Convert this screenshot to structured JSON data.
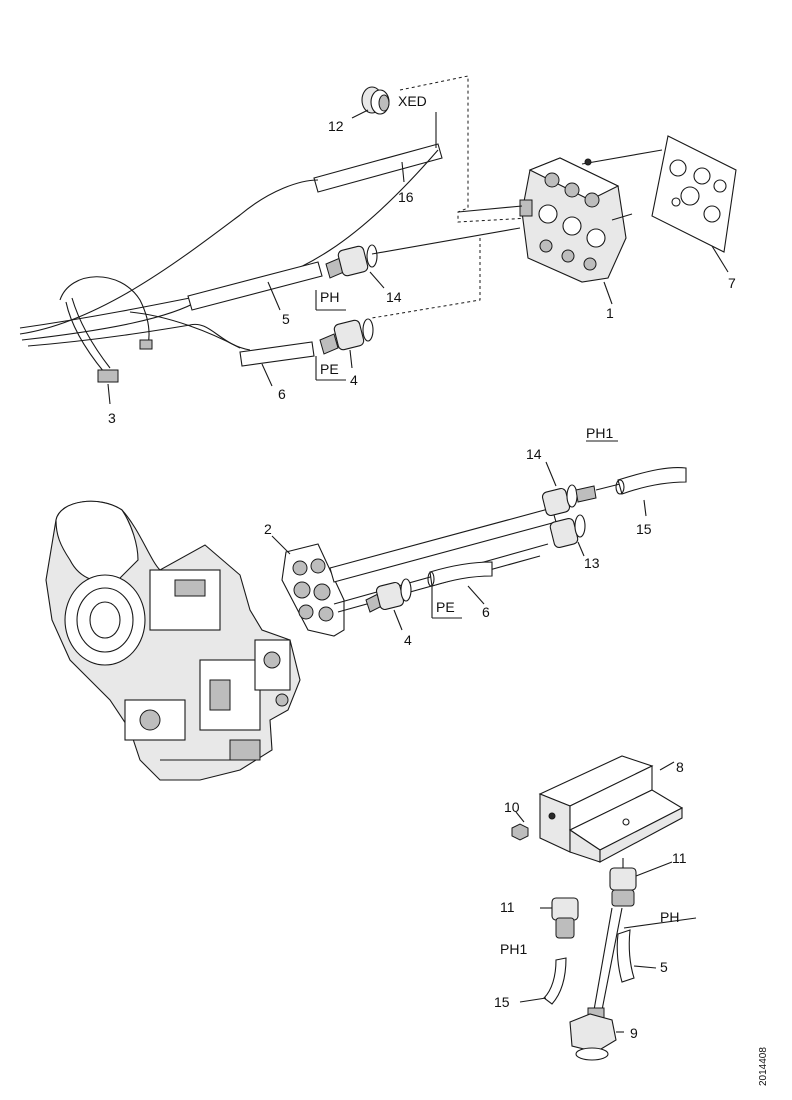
{
  "callouts": {
    "c1": "1",
    "c2": "2",
    "c3": "3",
    "c4a": "4",
    "c4b": "4",
    "c5a": "5",
    "c5b": "5",
    "c6a": "6",
    "c6b": "6",
    "c7": "7",
    "c8": "8",
    "c9": "9",
    "c10": "10",
    "c11a": "11",
    "c11b": "11",
    "c12": "12",
    "c13": "13",
    "c14a": "14",
    "c14b": "14",
    "c15a": "15",
    "c15b": "15",
    "c16": "16"
  },
  "tags": {
    "xed": "XED",
    "ph_top": "PH",
    "pe_top": "PE",
    "ph1_mid": "PH1",
    "pe_mid": "PE",
    "ph_bottom": "PH",
    "ph1_bottom": "PH1"
  },
  "reference": "2014408"
}
